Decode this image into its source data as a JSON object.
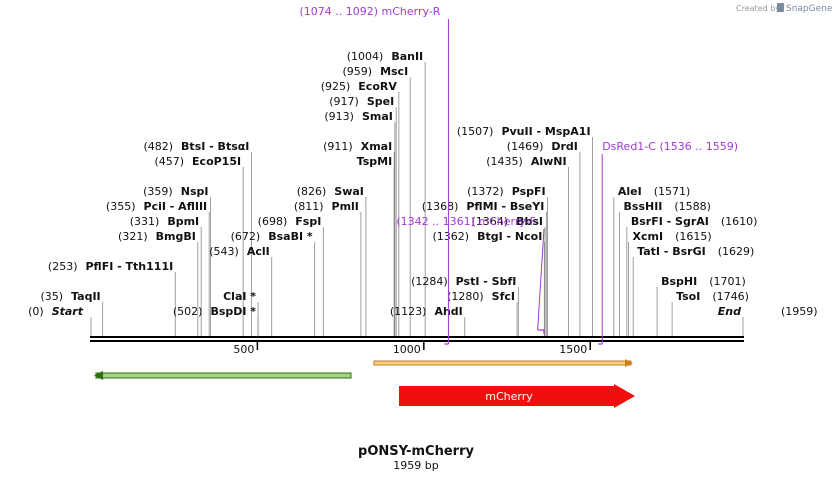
{
  "branding": {
    "created_by": "Created by",
    "app": "SnapGene"
  },
  "plasmid": {
    "name": "pONSY-mCherry",
    "length": "1959 bp",
    "total_bp": 1959
  },
  "ruler": {
    "ticks": [
      500,
      1000,
      1500
    ]
  },
  "features": [
    {
      "label": "",
      "start": 0,
      "end": 800,
      "direction": "reverse",
      "color": "#a4d48a"
    },
    {
      "label": "mCherry",
      "start": 950,
      "end": 1620,
      "direction": "forward",
      "color": "#ef0f0f"
    },
    {
      "label": "",
      "start": 870,
      "end": 1620,
      "direction": "forward",
      "color": "#f9cf8e"
    }
  ],
  "sites": [
    {
      "row": 0,
      "pos": "(0)",
      "name": "Start",
      "bp": 0,
      "italic": true
    },
    {
      "row": 1,
      "pos": "(35)",
      "name": "TaqII",
      "bp": 35
    },
    {
      "row": 3,
      "pos": "(253)",
      "name": "PflFI  -  Tth111I",
      "bp": 253
    },
    {
      "row": 5,
      "pos": "(321)",
      "name": "BmgBI",
      "bp": 321
    },
    {
      "row": 6,
      "pos": "(331)",
      "name": "BpmI",
      "bp": 331
    },
    {
      "row": 7,
      "pos": "(355)",
      "name": "PciI  -  AflIII",
      "bp": 355
    },
    {
      "row": 8,
      "pos": "(359)",
      "name": "NspI",
      "bp": 359
    },
    {
      "row": 10,
      "pos": "(457)",
      "name": "EcoP15I",
      "bp": 457
    },
    {
      "row": 11,
      "pos": "(482)",
      "name": "BtsI  -  BtsαI",
      "bp": 482
    },
    {
      "row": 0,
      "pos": "(502)",
      "name": "BspDI *",
      "bp": 502
    },
    {
      "row": 1,
      "pos": "",
      "name": "ClaI *",
      "bp": 502
    },
    {
      "row": 4,
      "pos": "(543)",
      "name": "AclI",
      "bp": 543
    },
    {
      "row": 5,
      "pos": "(672)",
      "name": "BsaBI *",
      "bp": 672
    },
    {
      "row": 6,
      "pos": "(698)",
      "name": "FspI",
      "bp": 698
    },
    {
      "row": 7,
      "pos": "(811)",
      "name": "PmlI",
      "bp": 811
    },
    {
      "row": 8,
      "pos": "(826)",
      "name": "SwaI",
      "bp": 826
    },
    {
      "row": 10,
      "pos": "",
      "name": "TspMI",
      "bp": 911
    },
    {
      "row": 11,
      "pos": "(911)",
      "name": "XmaI",
      "bp": 911
    },
    {
      "row": 13,
      "pos": "(913)",
      "name": "SmaI",
      "bp": 913
    },
    {
      "row": 14,
      "pos": "(917)",
      "name": "SpeI",
      "bp": 917
    },
    {
      "row": 15,
      "pos": "(925)",
      "name": "EcoRV",
      "bp": 925
    },
    {
      "row": 16,
      "pos": "(959)",
      "name": "MscI",
      "bp": 959
    },
    {
      "row": 17,
      "pos": "(1004)",
      "name": "BanII",
      "bp": 1004
    },
    {
      "row": 0,
      "pos": "(1123)",
      "name": "AhdI",
      "bp": 1123
    },
    {
      "row": 1,
      "pos": "(1280)",
      "name": "SfcI",
      "bp": 1280
    },
    {
      "row": 2,
      "pos": "(1284)",
      "name": "PstI  -  SbfI",
      "bp": 1284
    },
    {
      "row": 5,
      "pos": "(1362)",
      "name": "BtgI  -  NcoI",
      "bp": 1362
    },
    {
      "row": 6,
      "pos": "(1364)",
      "name": "BbsI",
      "bp": 1364
    },
    {
      "row": 7,
      "pos": "(1368)",
      "name": "PflMI  -  BseYI",
      "bp": 1368
    },
    {
      "row": 8,
      "pos": "(1372)",
      "name": "PspFI",
      "bp": 1372
    },
    {
      "row": 10,
      "pos": "(1435)",
      "name": "AlwNI",
      "bp": 1435
    },
    {
      "row": 11,
      "pos": "(1469)",
      "name": "DrdI",
      "bp": 1469
    },
    {
      "row": 12,
      "pos": "(1507)",
      "name": "PvuII  -  MspA1I",
      "bp": 1507
    },
    {
      "row": 1,
      "pos": "(1746)",
      "name": "TsoI",
      "bp": 1746
    },
    {
      "row": 2,
      "pos": "(1701)",
      "name": "BspHI",
      "bp": 1701
    },
    {
      "row": 4,
      "pos": "(1629)",
      "name": "TatI  -  BsrGI",
      "bp": 1629
    },
    {
      "row": 5,
      "pos": "(1615)",
      "name": "XcmI",
      "bp": 1615
    },
    {
      "row": 6,
      "pos": "(1610)",
      "name": "BsrFI  -  SgrAI",
      "bp": 1610
    },
    {
      "row": 7,
      "pos": "(1588)",
      "name": "BssHII",
      "bp": 1588
    },
    {
      "row": 8,
      "pos": "(1571)",
      "name": "AleI",
      "bp": 1571
    },
    {
      "row": 0,
      "pos": "(1959)",
      "name": "End",
      "bp": 1959,
      "italic": true
    }
  ],
  "primers": [
    {
      "name": "mCherry-R",
      "range": "(1074 .. 1092)",
      "start": 1074,
      "end": 1092,
      "direction": "reverse"
    },
    {
      "name": "mCherry-F",
      "range": "(1342 .. 1361)",
      "start": 1342,
      "end": 1361,
      "direction": "forward"
    },
    {
      "name": "DsRed1-C",
      "range": "(1536 .. 1559)",
      "start": 1536,
      "end": 1559,
      "direction": "reverse"
    }
  ]
}
